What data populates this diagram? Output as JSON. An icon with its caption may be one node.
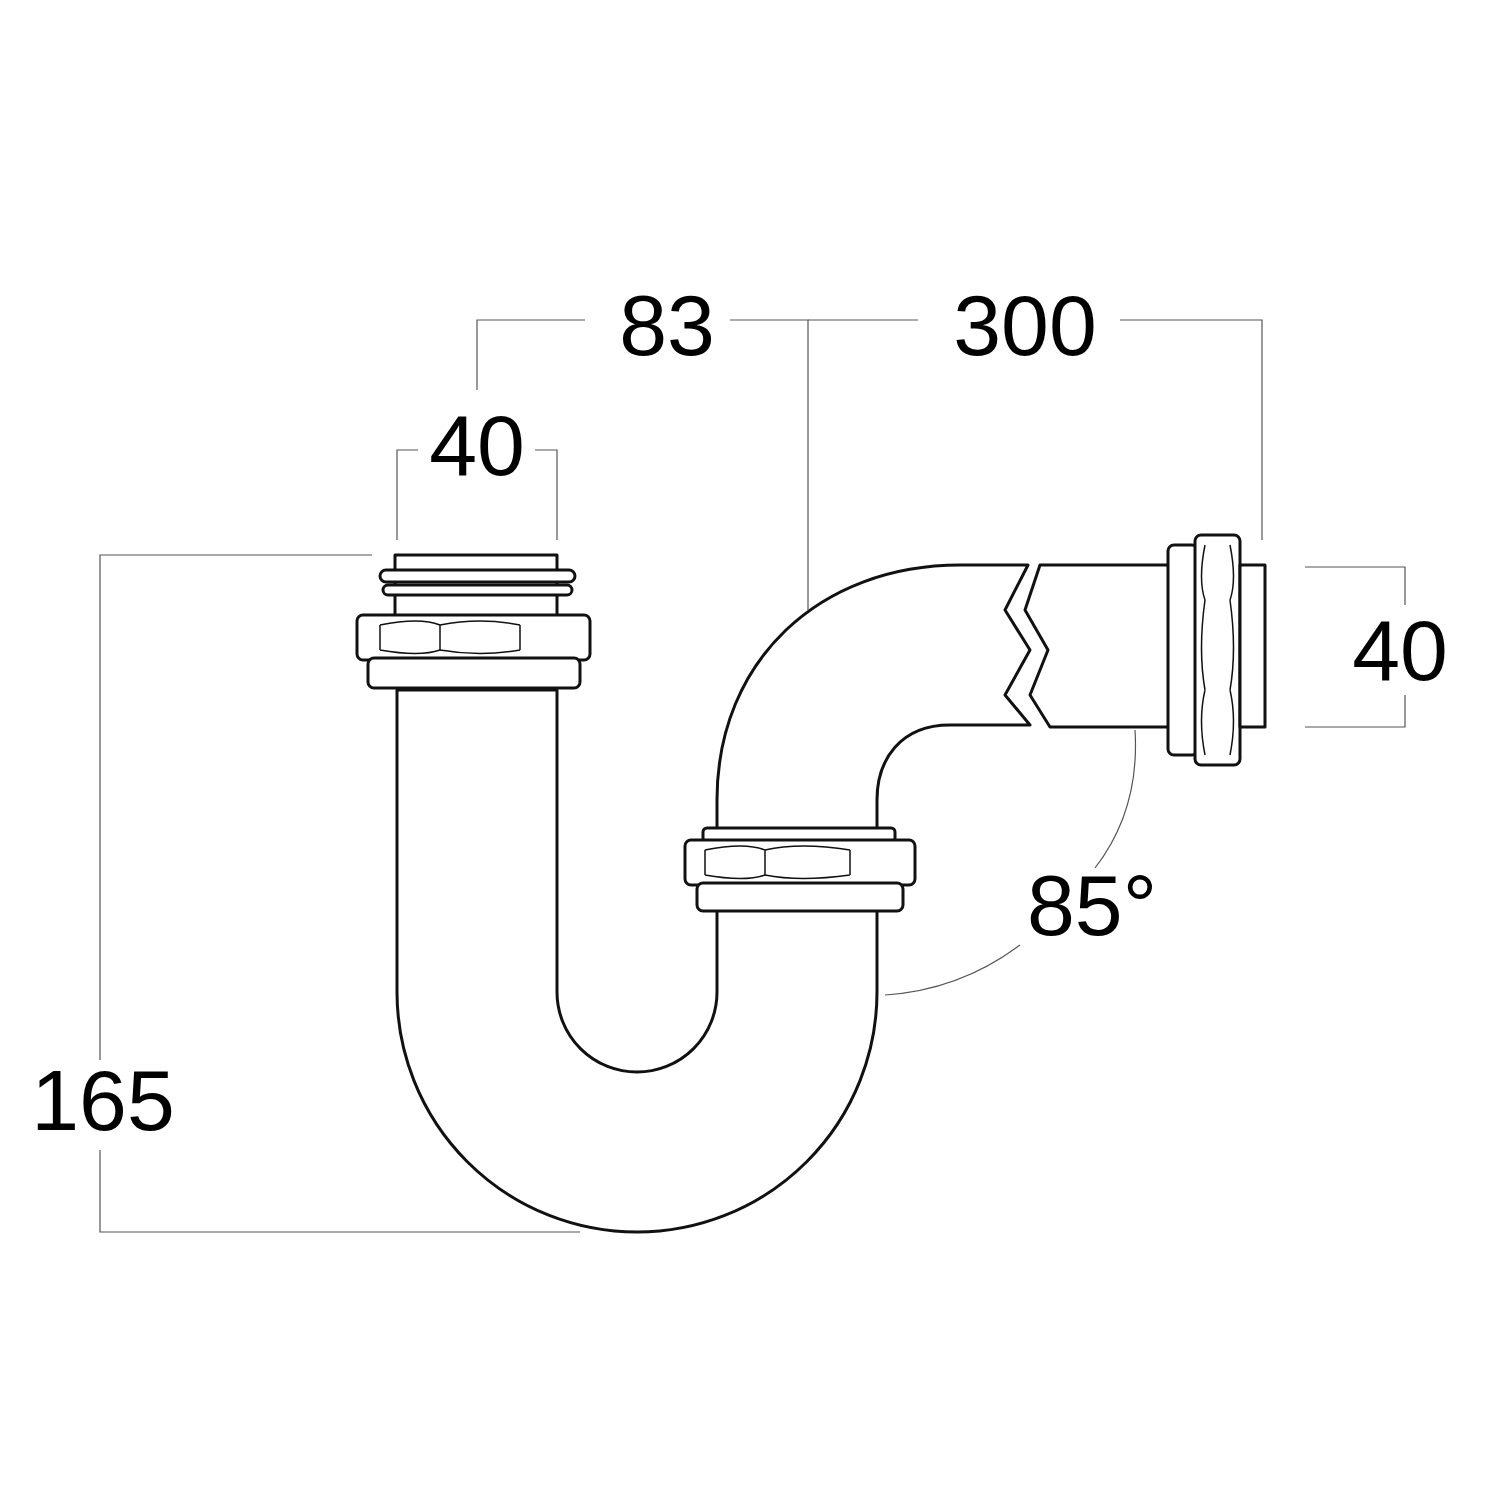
{
  "diagram": {
    "labels": [
      "83",
      "300",
      "40",
      "40",
      "85°",
      "165"
    ]
  }
}
